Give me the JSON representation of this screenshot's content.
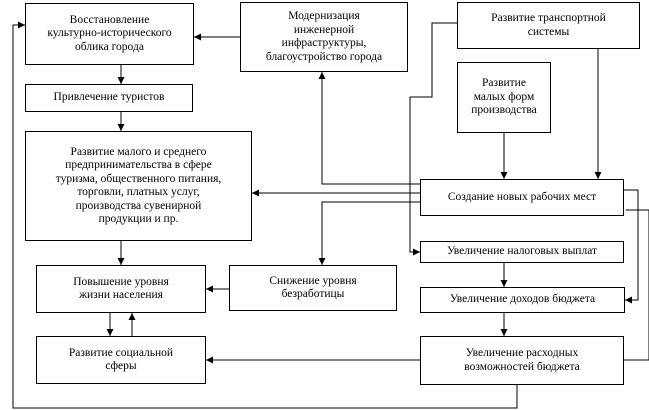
{
  "diagram": {
    "nodes": [
      {
        "id": "restoration",
        "label": "Восстановление\nкультурно-исторического\nоблика города"
      },
      {
        "id": "modernization",
        "label": "Модернизация\nинженерной\nинфраструктуры,\nблагоустройство города"
      },
      {
        "id": "transport",
        "label": "Развитие транспортной\nсистемы"
      },
      {
        "id": "small_forms",
        "label": "Развитие\nмалых форм\nпроизводства"
      },
      {
        "id": "tourists",
        "label": "Привлечение туристов"
      },
      {
        "id": "sme",
        "label": "Развитие малого и среднего\nпредпринимательства в сфере\nтуризма, общественного питания,\nторговли, платных услуг,\nпроизводства сувенирной\nпродукции и пр."
      },
      {
        "id": "jobs",
        "label": "Создание новых рабочих мест"
      },
      {
        "id": "taxes",
        "label": "Увеличение налоговых выплат"
      },
      {
        "id": "living",
        "label": "Повышение уровня\nжизни населения"
      },
      {
        "id": "unemployment",
        "label": "Снижение уровня\nбезработицы"
      },
      {
        "id": "budget_income",
        "label": "Увеличение доходов бюджета"
      },
      {
        "id": "social",
        "label": "Развитие социальной\nсферы"
      },
      {
        "id": "budget_spend",
        "label": "Увеличение расходных\nвозможностей бюджета"
      }
    ],
    "edges": [
      {
        "from": "modernization",
        "to": "restoration"
      },
      {
        "from": "restoration",
        "to": "tourists"
      },
      {
        "from": "tourists",
        "to": "sme"
      },
      {
        "from": "sme",
        "to": "living"
      },
      {
        "from": "living",
        "to": "social"
      },
      {
        "from": "social",
        "to": "living"
      },
      {
        "from": "unemployment",
        "to": "living"
      },
      {
        "from": "jobs",
        "to": "sme"
      },
      {
        "from": "jobs",
        "to": "unemployment"
      },
      {
        "from": "jobs",
        "to": "modernization"
      },
      {
        "from": "jobs",
        "to": "budget_income"
      },
      {
        "from": "small_forms",
        "to": "jobs"
      },
      {
        "from": "transport",
        "to": "jobs"
      },
      {
        "from": "transport",
        "to": "taxes"
      },
      {
        "from": "taxes",
        "to": "budget_income"
      },
      {
        "from": "budget_income",
        "to": "budget_spend"
      },
      {
        "from": "budget_spend",
        "to": "social"
      },
      {
        "from": "budget_spend",
        "to": "restoration"
      }
    ]
  }
}
